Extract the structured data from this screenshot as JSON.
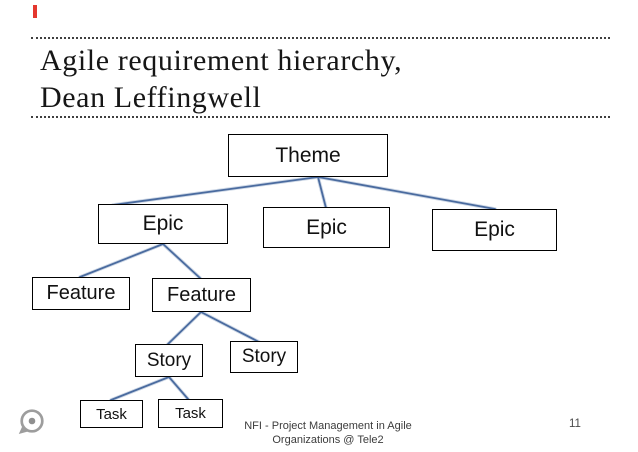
{
  "slide": {
    "title": {
      "line1": "Agile requirement hierarchy,",
      "line2": "Dean Leffingwell"
    },
    "footer": {
      "line1": "NFI - Project Management in Agile",
      "line2": "Organizations @ Tele2",
      "page_number": "11"
    },
    "icons": {
      "watermark": "slideplayer-target-icon",
      "red_mark": "red-cursor-mark"
    },
    "colors": {
      "red_mark": "#e4372e",
      "connector": "#4a6b9f",
      "node_border": "#000000",
      "divider": "#3f3f3f"
    }
  },
  "diagram": {
    "type": "tree",
    "nodes": [
      {
        "id": "theme",
        "label": "Theme",
        "level": "theme",
        "parent": null
      },
      {
        "id": "epic-1",
        "label": "Epic",
        "level": "epic",
        "parent": "theme"
      },
      {
        "id": "epic-2",
        "label": "Epic",
        "level": "epic",
        "parent": "theme"
      },
      {
        "id": "epic-3",
        "label": "Epic",
        "level": "epic",
        "parent": "theme"
      },
      {
        "id": "feature-1",
        "label": "Feature",
        "level": "feature",
        "parent": "epic-1"
      },
      {
        "id": "feature-2",
        "label": "Feature",
        "level": "feature",
        "parent": "epic-1"
      },
      {
        "id": "story-1",
        "label": "Story",
        "level": "story",
        "parent": "feature-2"
      },
      {
        "id": "story-2",
        "label": "Story",
        "level": "story",
        "parent": "feature-2"
      },
      {
        "id": "task-1",
        "label": "Task",
        "level": "task",
        "parent": "story-1"
      },
      {
        "id": "task-2",
        "label": "Task",
        "level": "task",
        "parent": "story-1"
      }
    ]
  }
}
